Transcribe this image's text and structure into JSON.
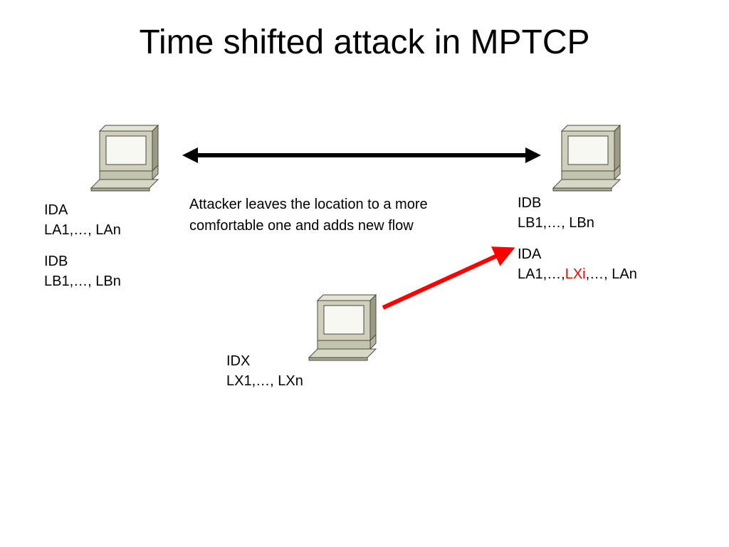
{
  "title": "Time shifted attack in MPTCP",
  "colors": {
    "connection": "#000000",
    "attack": "#ff0000",
    "highlight": "#ff0000"
  },
  "hosts": {
    "left": {
      "icon": "computer-icon",
      "ida": {
        "name": "IDA",
        "list": "LA1,…, LAn"
      },
      "idb": {
        "name": "IDB",
        "list": "LB1,…, LBn"
      }
    },
    "right": {
      "icon": "computer-icon",
      "idb": {
        "name": "IDB",
        "list": "LB1,…, LBn"
      },
      "ida": {
        "name": "IDA",
        "list_prefix": "LA1,…,",
        "list_highlight": "LXi",
        "list_suffix": ",…, LAn"
      }
    },
    "attacker": {
      "icon": "computer-icon",
      "idx": {
        "name": "IDX",
        "list": "LX1,…, LXn"
      }
    }
  },
  "note": "Attacker leaves the location to a more comfortable one and adds new flow"
}
